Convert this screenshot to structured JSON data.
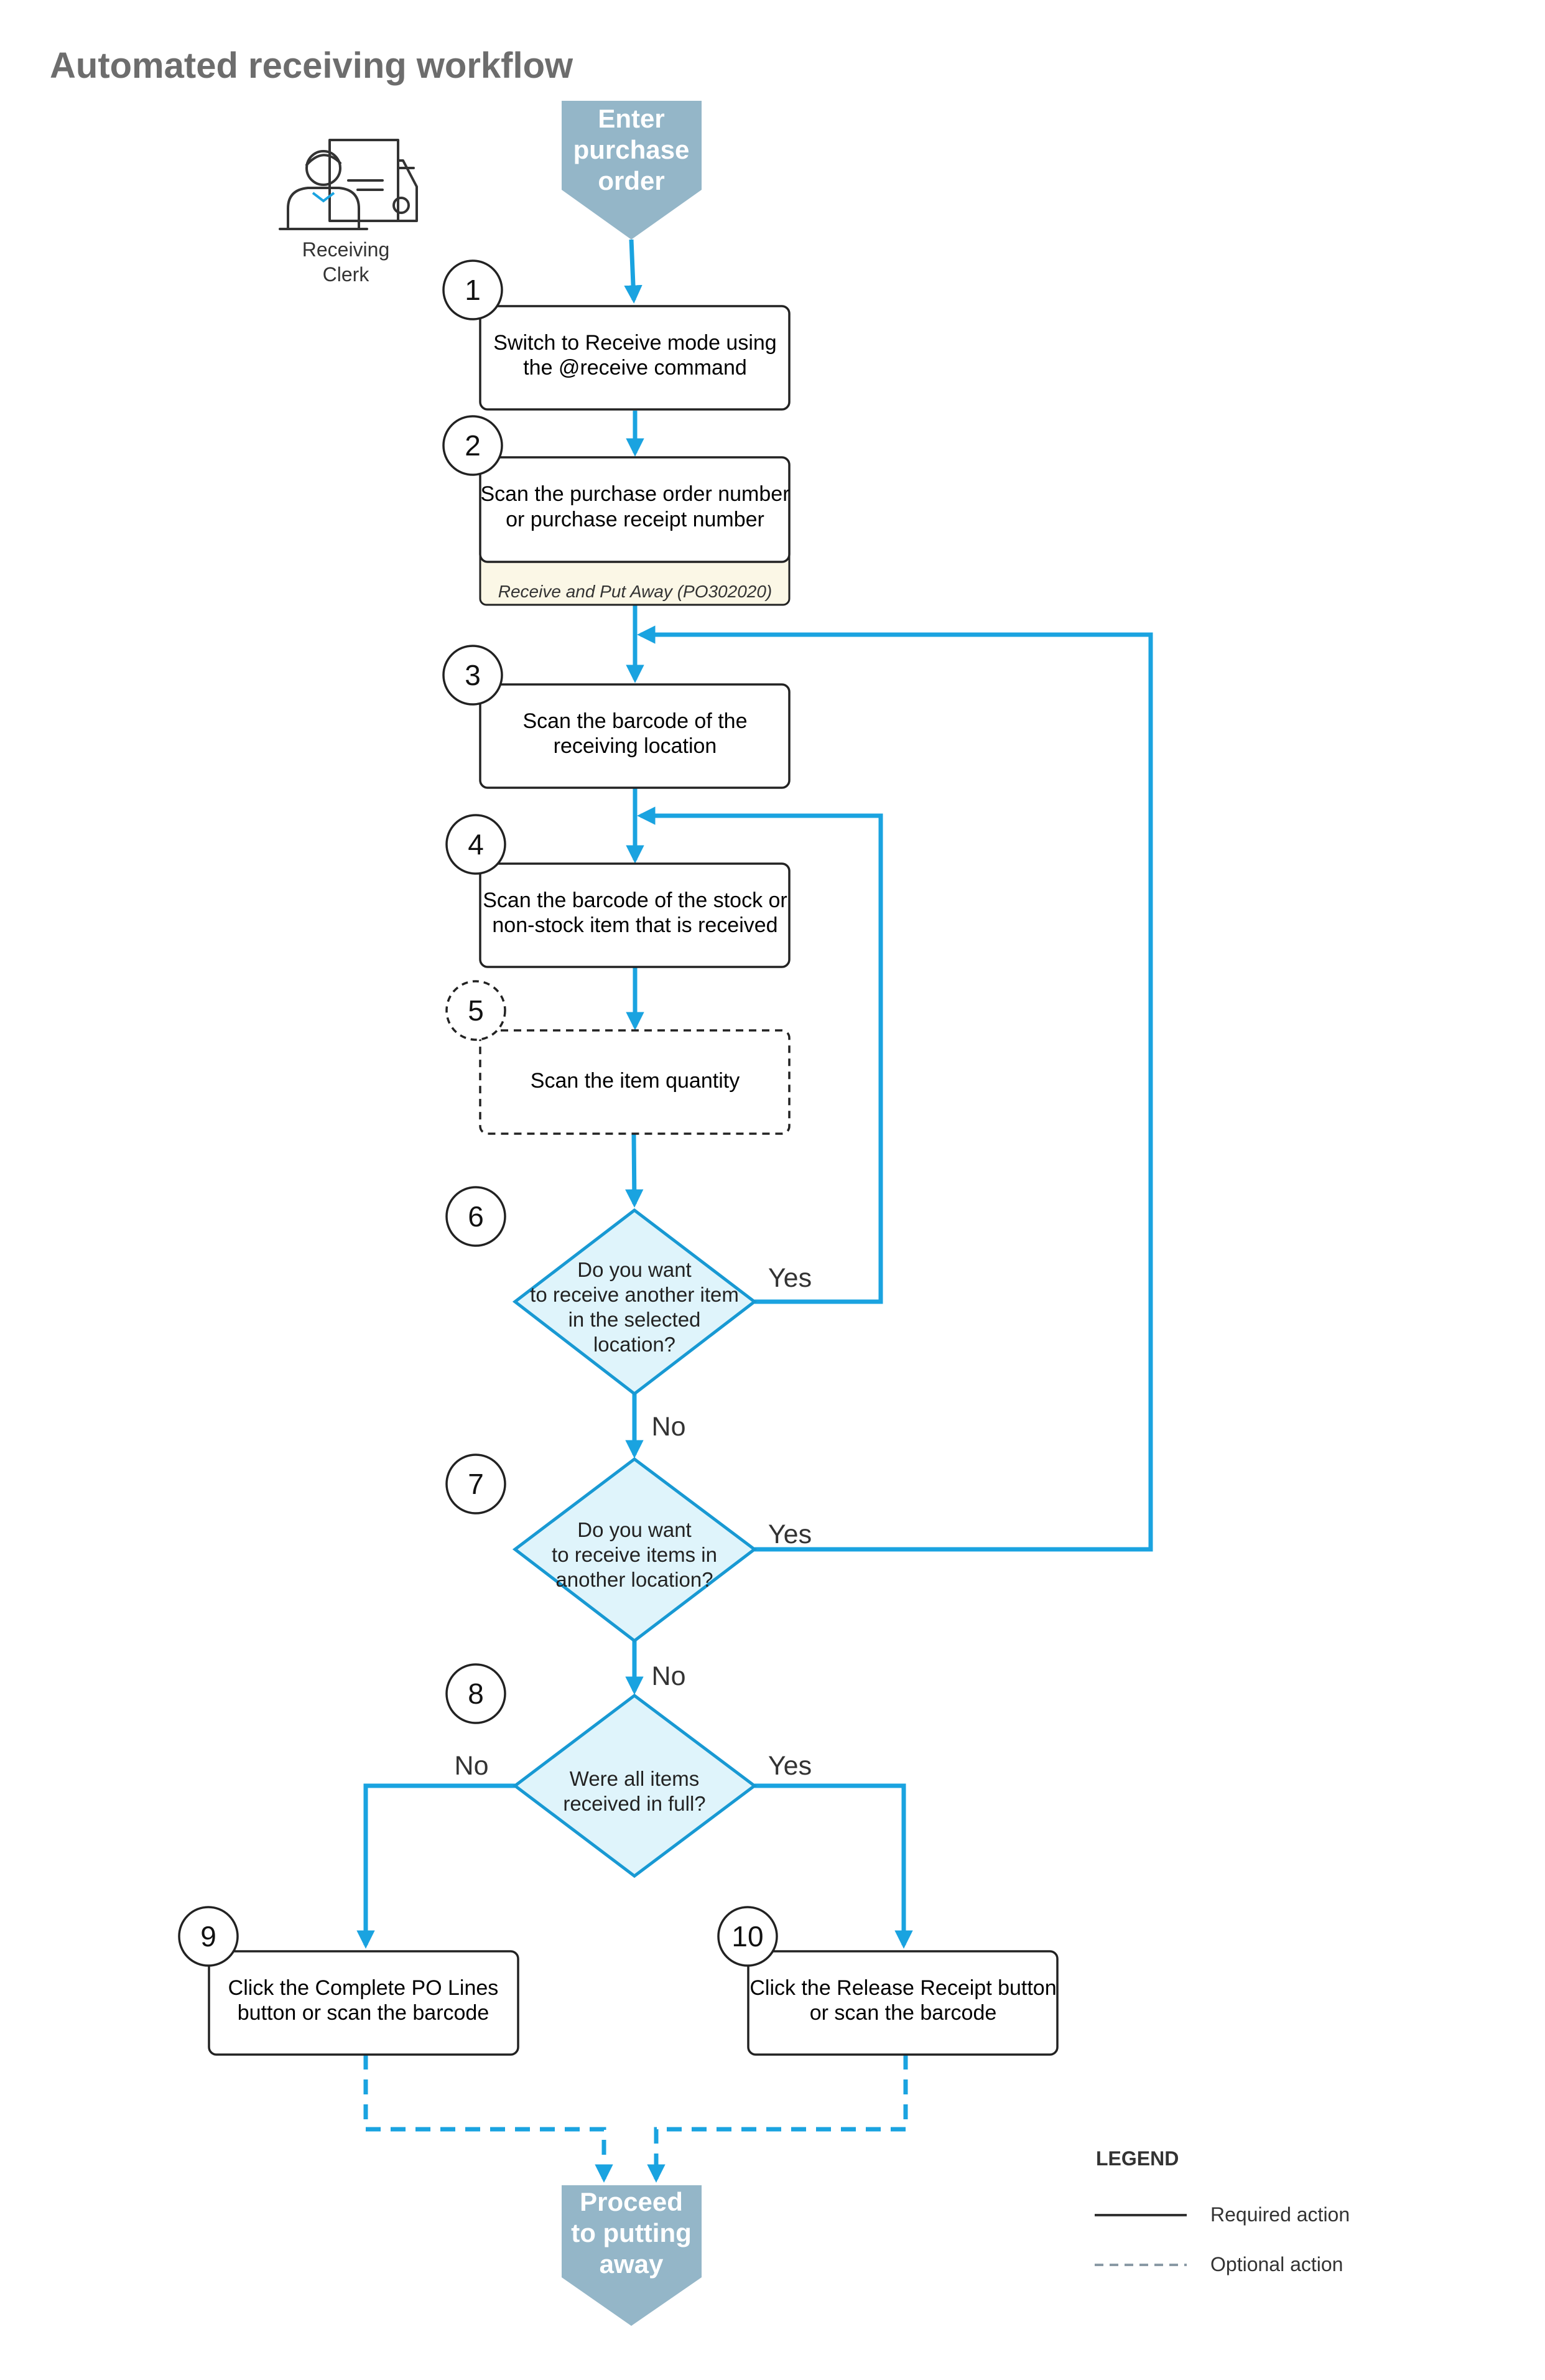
{
  "title": "Automated receiving workflow",
  "actor": {
    "line1": "Receiving",
    "line2": "Clerk",
    "icon": "receiving-clerk-truck-icon"
  },
  "start_terminal": {
    "lines": [
      "Enter",
      "purchase",
      "order"
    ]
  },
  "end_terminal": {
    "lines": [
      "Proceed",
      "to putting",
      "away"
    ]
  },
  "steps": [
    {
      "num": "1",
      "lines": [
        "Switch to Receive mode using",
        "the @receive command"
      ]
    },
    {
      "num": "2",
      "lines": [
        "Scan the purchase order number",
        "or purchase receipt number"
      ],
      "note": "Receive and Put Away (PO302020)"
    },
    {
      "num": "3",
      "lines": [
        "Scan the barcode of the",
        "receiving location"
      ]
    },
    {
      "num": "4",
      "lines": [
        "Scan the barcode of the stock or",
        "non-stock item that is received"
      ]
    },
    {
      "num": "5",
      "lines": [
        "Scan the item quantity"
      ],
      "optional": true
    },
    {
      "num": "6",
      "lines": [
        "Do you want",
        "to receive another item",
        "in the selected",
        "location?"
      ]
    },
    {
      "num": "7",
      "lines": [
        "Do you want",
        "to receive items in",
        "another location?"
      ]
    },
    {
      "num": "8",
      "lines": [
        "Were all items",
        "received in full?"
      ]
    },
    {
      "num": "9",
      "lines": [
        "Click the Complete PO Lines",
        "button or scan the barcode"
      ]
    },
    {
      "num": "10",
      "lines": [
        "Click the Release Receipt button",
        "or scan the barcode"
      ]
    }
  ],
  "branch_labels": {
    "d6_yes": "Yes",
    "d6_no": "No",
    "d7_yes": "Yes",
    "d7_no": "No",
    "d8_no": "No",
    "d8_yes": "Yes"
  },
  "legend": {
    "title": "LEGEND",
    "required": "Required action",
    "optional": "Optional action"
  },
  "colors": {
    "flow": "#1aa3e0",
    "diamond_fill": "#dff4fb",
    "terminal": "#94b6c8",
    "note_fill": "#fbf7e6"
  }
}
